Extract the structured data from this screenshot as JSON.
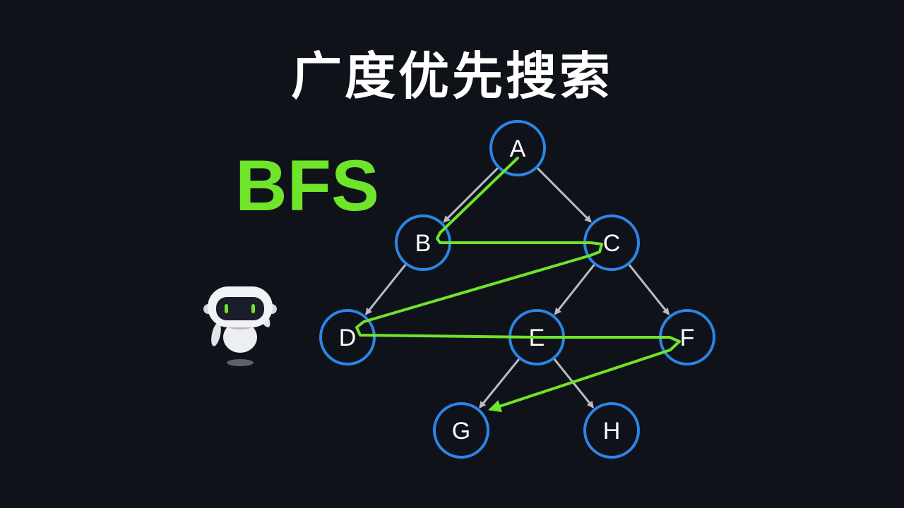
{
  "title": "广度优先搜索",
  "subtitle": "BFS",
  "colors": {
    "background": "#10121a",
    "node_stroke": "#2b86e6",
    "edge": "#b9bcc6",
    "traversal": "#6ee52a",
    "title": "#ffffff",
    "subtitle": "#6ee52a"
  },
  "graph": {
    "nodes": [
      {
        "id": "A",
        "label": "A"
      },
      {
        "id": "B",
        "label": "B"
      },
      {
        "id": "C",
        "label": "C"
      },
      {
        "id": "D",
        "label": "D"
      },
      {
        "id": "E",
        "label": "E"
      },
      {
        "id": "F",
        "label": "F"
      },
      {
        "id": "G",
        "label": "G"
      },
      {
        "id": "H",
        "label": "H"
      }
    ],
    "edges": [
      {
        "from": "A",
        "to": "B"
      },
      {
        "from": "A",
        "to": "C"
      },
      {
        "from": "B",
        "to": "D"
      },
      {
        "from": "C",
        "to": "E"
      },
      {
        "from": "C",
        "to": "F"
      },
      {
        "from": "E",
        "to": "G"
      },
      {
        "from": "E",
        "to": "H"
      }
    ],
    "traversal_order": [
      "A",
      "B",
      "C",
      "D",
      "E",
      "F",
      "G"
    ]
  },
  "illustration": {
    "icon": "robot-icon"
  }
}
